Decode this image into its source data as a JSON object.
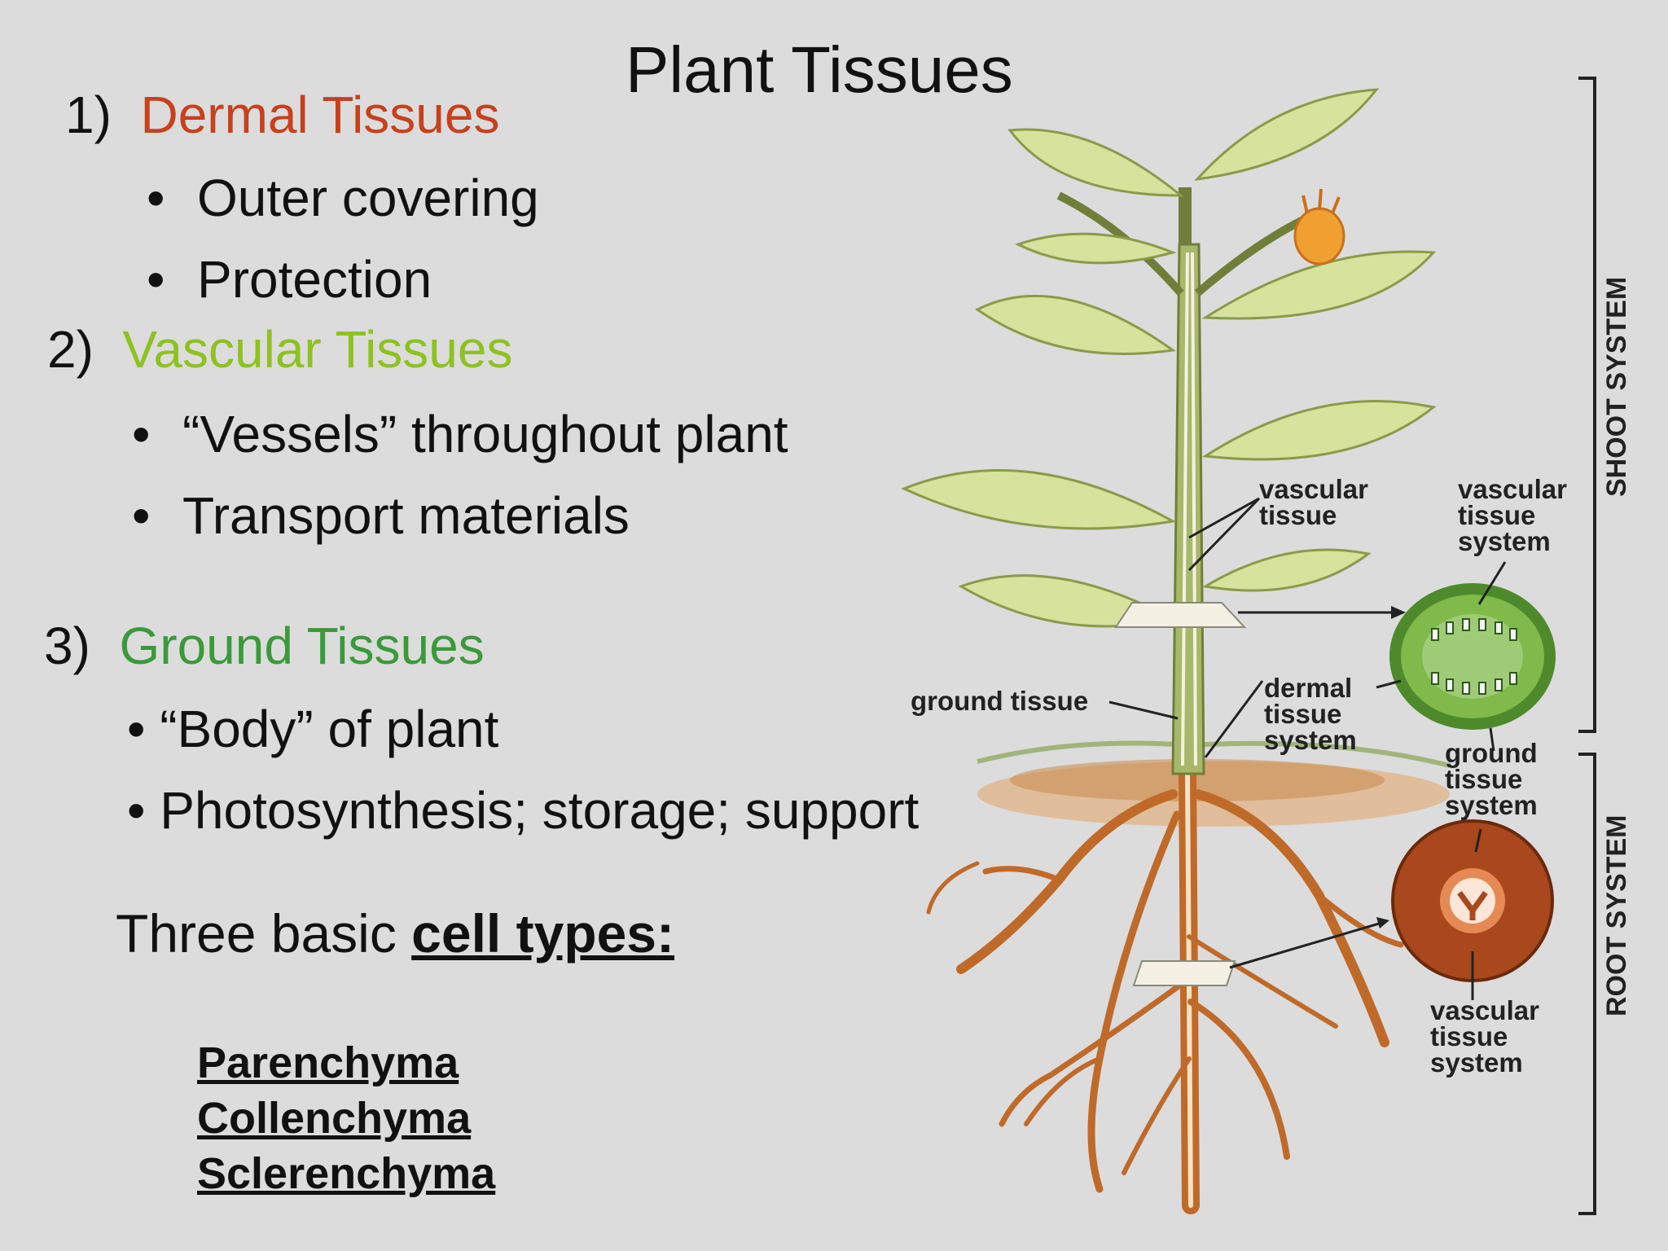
{
  "title": "Plant Tissues",
  "sections": [
    {
      "num": "1)",
      "heading": "Dermal Tissues",
      "bullets": [
        "Outer covering",
        "Protection"
      ]
    },
    {
      "num": "2)",
      "heading": "Vascular Tissues",
      "bullets": [
        "“Vessels” throughout plant",
        "Transport materials"
      ]
    },
    {
      "num": "3)",
      "heading": "Ground Tissues",
      "bullets": [
        "“Body” of plant",
        "Photosynthesis; storage; support"
      ]
    }
  ],
  "cell_types": {
    "prefix": "Three basic ",
    "emphasis": "cell types:",
    "items": [
      "Parenchyma",
      "Collenchyma",
      "Sclerenchyma"
    ]
  },
  "diagram": {
    "labels": {
      "vascular_tissue": [
        "vascular",
        "tissue"
      ],
      "vascular_tissue_system_top": [
        "vascular",
        "tissue",
        "system"
      ],
      "ground_tissue": "ground tissue",
      "dermal_tissue_system": [
        "dermal",
        "tissue",
        "system"
      ],
      "ground_tissue_system": [
        "ground",
        "tissue",
        "system"
      ],
      "vascular_tissue_system_bottom": [
        "vascular",
        "tissue",
        "system"
      ]
    },
    "shoot_system": "SHOOT SYSTEM",
    "root_system": "ROOT SYSTEM"
  },
  "colors": {
    "dermal": "#c8401c",
    "vascular": "#8dc21f",
    "ground": "#3a9a3a",
    "background": "#dcdcdc"
  }
}
